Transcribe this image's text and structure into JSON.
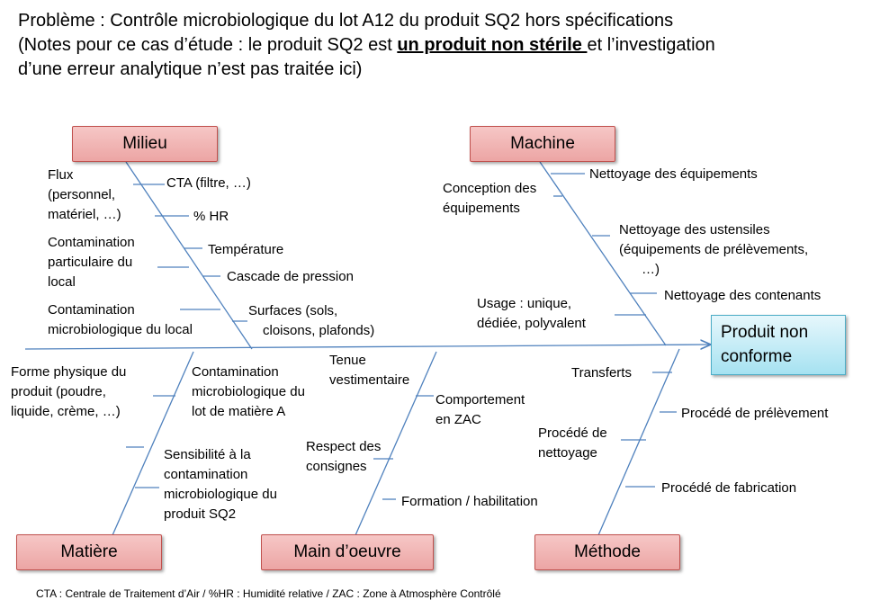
{
  "title": {
    "line1": "Problème : Contrôle microbiologique du lot A12 du produit SQ2 hors spécifications",
    "line2_pre": "(Notes pour ce cas d’étude :  le produit SQ2 est ",
    "line2_em": "un produit non stérile ",
    "line2_post": "et l’investigation",
    "line3": "d’une erreur analytique n’est pas traitée ici)"
  },
  "categories": {
    "milieu": "Milieu",
    "machine": "Machine",
    "matiere": "Matière",
    "main_oeuvre": "Main d’oeuvre",
    "methode": "Méthode"
  },
  "effect": {
    "line1": "Produit non",
    "line2": "conforme"
  },
  "milieu": {
    "flux": [
      "Flux",
      "(personnel,",
      "matériel, …)"
    ],
    "cta": "CTA (filtre, …)",
    "hr": "% HR",
    "contam_part": [
      "Contamination",
      "particulaire du",
      "local"
    ],
    "temperature": "Température",
    "cascade": "Cascade de pression",
    "contam_micro": [
      "Contamination",
      "microbiologique du local"
    ],
    "surfaces": [
      "Surfaces (sols,",
      "cloisons, plafonds)"
    ]
  },
  "machine": {
    "nettoyage_equip": "Nettoyage des équipements",
    "conception": [
      "Conception des",
      "équipements"
    ],
    "ustensiles": [
      "Nettoyage des ustensiles",
      "(équipements  de prélèvements,",
      "…)"
    ],
    "contenants": "Nettoyage des contenants",
    "usage": [
      "Usage : unique,",
      "dédiée, polyvalent"
    ]
  },
  "matiere": {
    "forme": [
      "Forme physique du",
      "produit (poudre,",
      "liquide, crème, …)"
    ],
    "contam_lot": [
      "Contamination",
      "microbiologique du",
      "lot de matière A"
    ],
    "sensibilite": [
      "Sensibilité à la",
      "contamination",
      "microbiologique du",
      "produit SQ2"
    ]
  },
  "main_oeuvre": {
    "tenue": [
      "Tenue",
      "vestimentaire"
    ],
    "comportement": [
      "Comportement",
      "en ZAC"
    ],
    "respect": [
      "Respect des",
      "consignes"
    ],
    "formation": "Formation / habilitation"
  },
  "methode": {
    "transferts": "Transferts",
    "prelevement": "Procédé de prélèvement",
    "nettoyage": [
      "Procédé de",
      "nettoyage"
    ],
    "fabrication": "Procédé de fabrication"
  },
  "footnote": "CTA : Centrale de Traitement d’Air / %HR : Humidité relative  / ZAC : Zone à Atmosphère Contrôlé",
  "colors": {
    "category_fill": "#f2b2b1",
    "category_border": "#c0504d",
    "effect_fill": "#c7eef8",
    "effect_border": "#4bacc6",
    "line": "#4f81bd"
  }
}
